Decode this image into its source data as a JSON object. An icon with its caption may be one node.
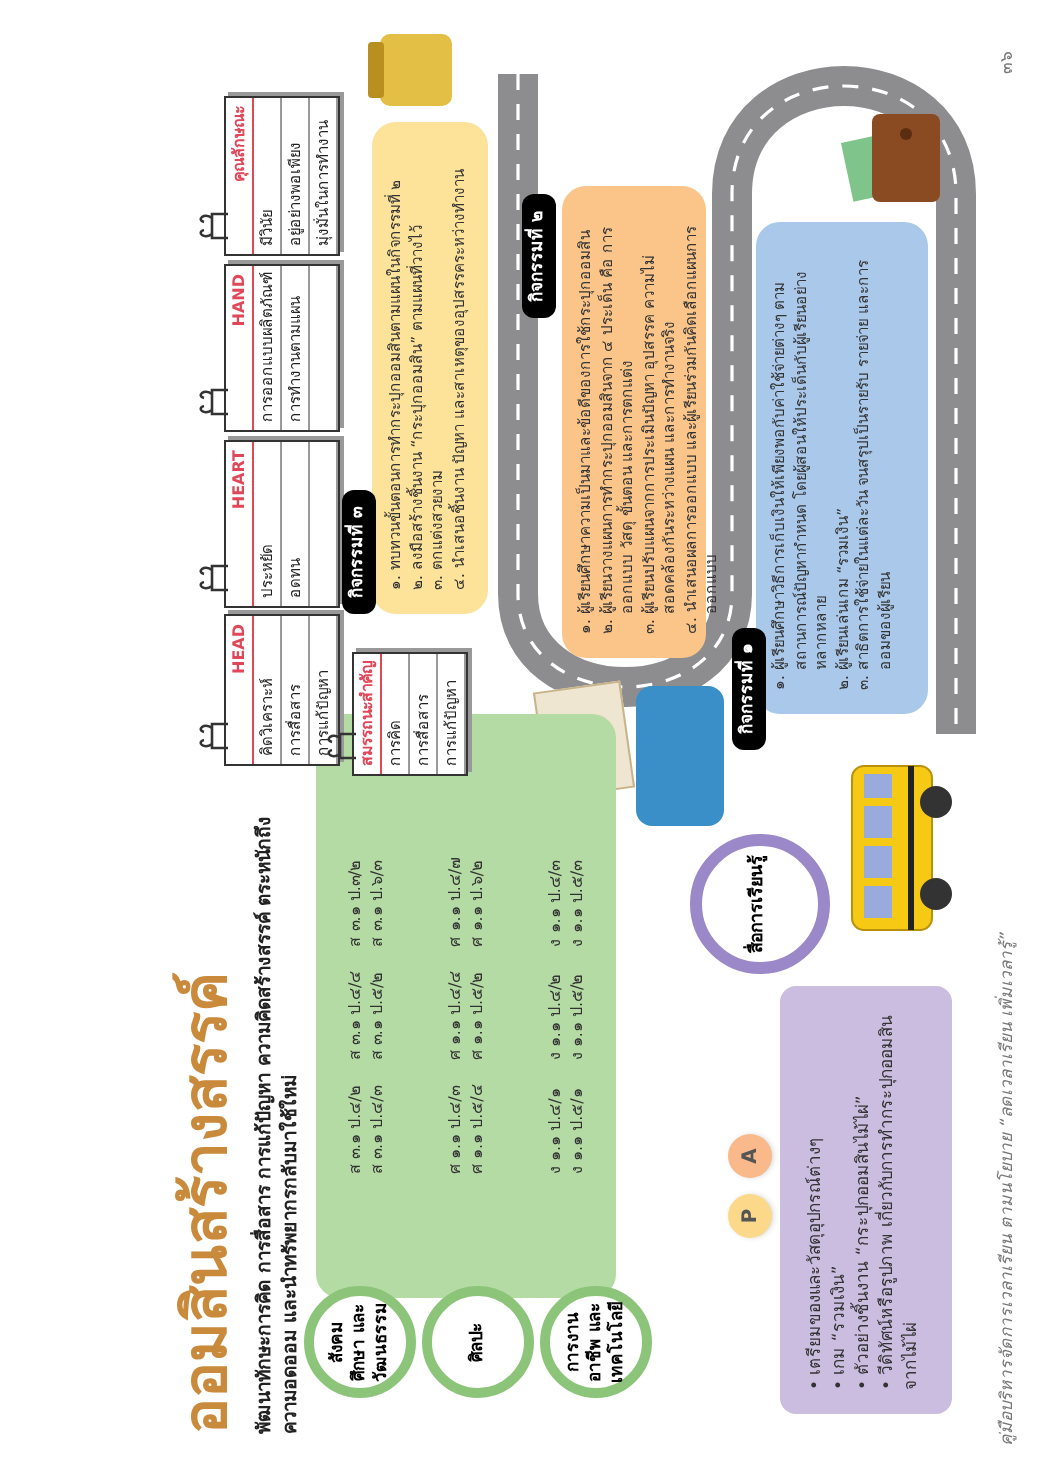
{
  "diagram": {
    "title": "ออมสินสร้างสรรค์",
    "nodes": [
      {
        "text": [
          "ส ๓.๑ ป.๔/๒",
          "ส ๓.๑ ป.๔/๔",
          "ส ๓.๑ ป.๓/๒",
          "ส ๓.๑ ป.๔/๓",
          "ส ๓.๑ ป.๕/๒",
          "ส ๓.๑ ป.๖/๓",
          "ศ ๑.๑ ป.๔/๓",
          "ศ ๑.๑ ป.๔/๔",
          "ศ ๑.๑ ป.๔/๗",
          "ศ ๑.๑ ป.๕/๔",
          "ศ ๑.๑ ป.๕/๒",
          "ศ ๑.๑ ป.๖/๒",
          "ง ๑.๑ ป.๔/๑",
          "ง ๑.๑ ป.๔/๒",
          "ง ๑.๑ ป.๔/๓",
          "ง ๑.๑ ป.๕/๑",
          "ง ๑.๑ ป.๕/๒",
          "ง ๑.๑ ป.๕/๓"
        ]
      },
      {
        "text": [
          "สังคม ศึกษา และวัฒนธรรม"
        ]
      },
      {
        "text": [
          "ศิลปะ"
        ]
      },
      {
        "text": [
          "การงานอาชีพ และเทคโนโลยี"
        ]
      },
      {
        "text": [
          "HEAD",
          "คิดวิเคราะห์",
          "การสื่อสาร",
          "การแก้ปัญหา"
        ]
      },
      {
        "text": [
          "HEART",
          "ประหยัด",
          "อดทน"
        ]
      },
      {
        "text": [
          "HAND",
          "การออกแบบผลิตภัณฑ์",
          "การทำงานตามแผน"
        ]
      },
      {
        "text": [
          "คุณลักษณะ",
          "มีวินัย",
          "อยู่อย่างพอเพียง",
          "มุ่งมั่นในการทำงาน"
        ]
      },
      {
        "text": [
          "สมรรถนะสำคัญ",
          "การคิด",
          "การสื่อสาร",
          "การแก้ปัญหา"
        ]
      },
      {
        "text": [
          "กิจกรรมที่ ๓",
          "๑. ทบทวนขั้นตอนการทำกระปุกออมสินตามแผนในกิจกรรมที่ ๒",
          "๒. ลงมือสร้างชิ้นงาน “กระปุกออมสิน” ตามแผนที่วางไว้",
          "๓. ตกแต่งสวยงาม",
          "๔. นำเสนอชิ้นงาน ปัญหา และสาเหตุของอุปสรรคระหว่างทำงาน"
        ]
      },
      {
        "text": [
          "กิจกรรมที่ ๒",
          "๑. ผู้เรียนศึกษาความเป็นมาและข้อดีของการใช้กระปุกออมสิน",
          "๒. ผู้เรียนวางแผนการทำกระปุกออมสินจาก ๔ ประเด็น คือ การออกแบบ วัสดุ ขั้นตอน และการตกแต่ง",
          "๓. ผู้เรียนปรับแผนจากการประเมินปัญหา อุปสรรค ความไม่สอดคล้องกันระหว่างแผน และการทำงานจริง",
          "๔. นำเสนอผลการออกแบบ และผู้เรียนร่วมกันคิดเลือกแผนการออกแบบ"
        ]
      },
      {
        "text": [
          "กิจกรรมที่ ๑",
          "๑. ผู้เรียนศึกษาวิธีการเก็บเงินให้เพียงพอกับค่าใช้จ่ายต่างๆ ตามสถานการณ์ปัญหากำหนด โดยผู้สอนให้ประเด็นกับผู้เรียนอย่างหลากหลาย",
          "๒. ผู้เรียนเล่นเกม “รวมเงิน”",
          "๓. สาธิตการใช้จ่ายในแต่ละวัน จนสรุปเป็นรายรับ รายจ่าย และการออมของผู้เรียน"
        ]
      },
      {
        "text": [
          "สื่อการเรียนรู้"
        ]
      },
      {
        "text": [
          "• เตรียมของและวัสดุอุปกรณ์ต่างๆ",
          "• เกม “รวมเงิน”",
          "• ตัวอย่างชิ้นงาน “กระปุกออมสินไม้ไผ่”",
          "• วีดิทัศน์หรือรูปภาพ เกี่ยวกับการทำกระปุกออมสินจากไม้ไผ่"
        ]
      },
      {
        "text": [
          "P"
        ]
      },
      {
        "text": [
          "A"
        ]
      }
    ],
    "labels": [
      "พัฒนาทักษะการคิด การสื่อสาร การแก้ปัญหา ความคิดสร้างสรรค์ ตระหนักถึงความอดออม และนำทรัพยากรกลับมาใช้ใหม่",
      "คู่มือบริหารจัดการเวลาเรียน ตามนโยบาย “ลดเวลาเรียน เพิ่มเวลารู้”",
      "๓๖"
    ]
  }
}
